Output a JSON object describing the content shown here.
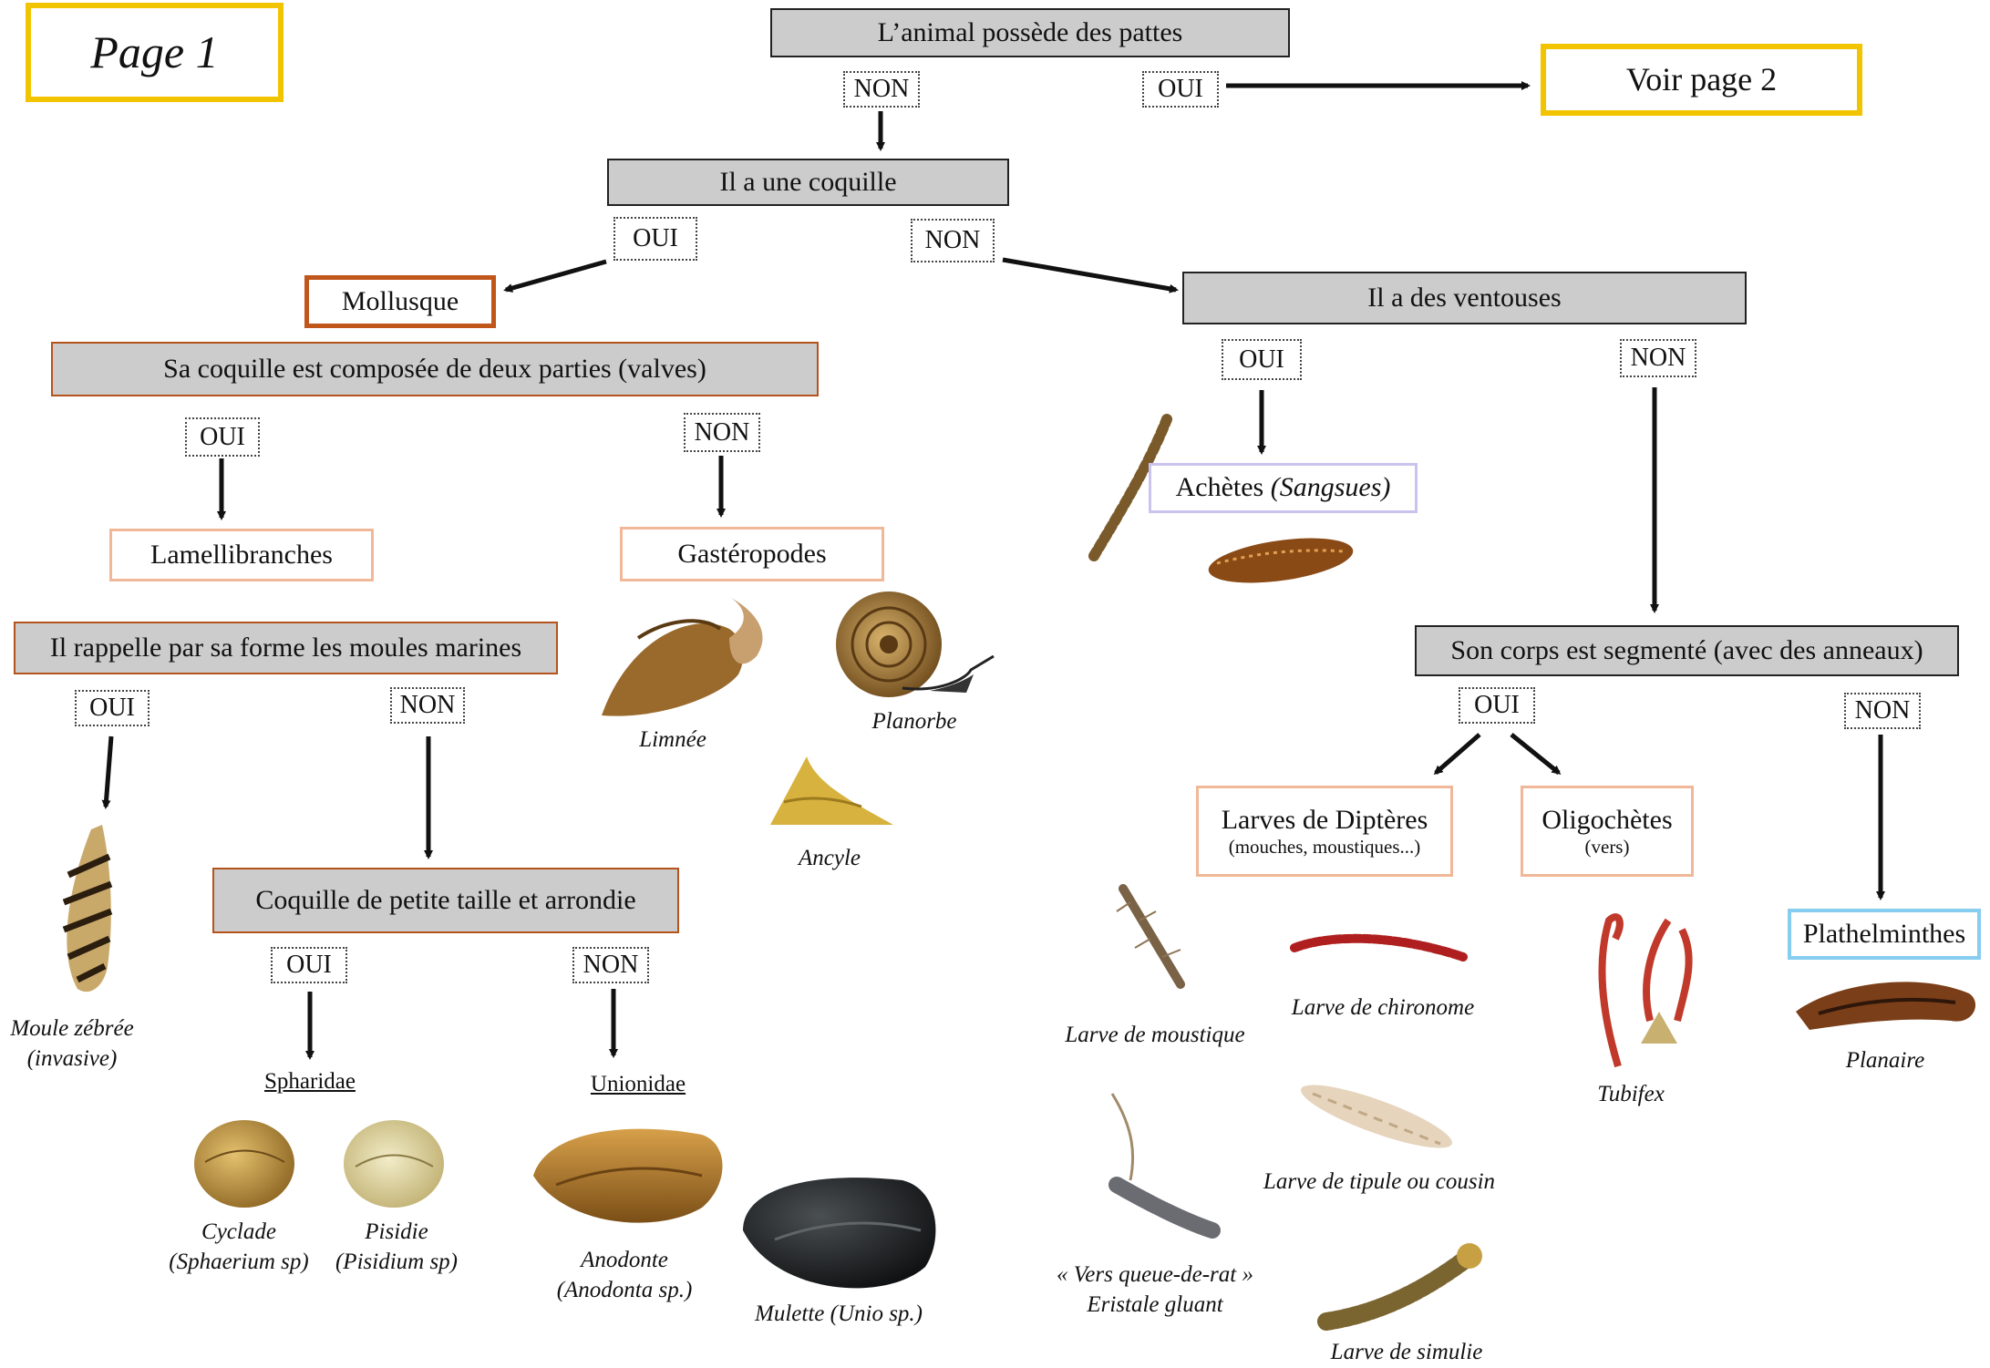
{
  "page_label": "Page 1",
  "see_page_2": "Voir page 2",
  "questions": {
    "legs": "L’animal possède des pattes",
    "shell": "Il a une coquille",
    "suckers": "Il a des ventouses",
    "two_valves": "Sa coquille est composée de deux parties (valves)",
    "mussel_shape": "Il rappelle par sa forme les moules marines",
    "segmented": "Son corps est segmenté (avec des anneaux)",
    "small_round": "Coquille de petite taille et arrondie"
  },
  "answers": {
    "yes": "OUI",
    "no": "NON"
  },
  "groups": {
    "mollusque": "Mollusque",
    "lamellibranches": "Lamellibranches",
    "gasteropodes": "Gastéropodes",
    "achetes": "Achètes",
    "achetes_sub": "(Sangsues)",
    "dipteres": "Larves de Diptères",
    "dipteres_sub": "(mouches, moustiques...)",
    "oligochetes": "Oligochètes",
    "oligochetes_sub": "(vers)",
    "plathelminthes": "Plathelminthes"
  },
  "families": {
    "spharidae": "Spharidae",
    "unionidae": "Unionidae"
  },
  "species": {
    "limnee": "Limnée",
    "planorbe": "Planorbe",
    "ancyle": "Ancyle",
    "moule_zebree_1": "Moule zébrée",
    "moule_zebree_2": "(invasive)",
    "cyclade_1": "Cyclade",
    "cyclade_2": "(Sphaerium sp)",
    "pisidie_1": "Pisidie",
    "pisidie_2": "(Pisidium sp)",
    "anodonte_1": "Anodonte",
    "anodonte_2": "(Anodonta sp.)",
    "mulette": "Mulette (Unio sp.)",
    "moustique": "Larve de moustique",
    "chironome": "Larve de chironome",
    "tipule": "Larve de tipule ou cousin",
    "queue_rat_1": "« Vers queue-de-rat »",
    "queue_rat_2": "Eristale gluant",
    "simulie": "Larve de simulie",
    "tubifex": "Tubifex",
    "planaire": "Planaire"
  },
  "colors": {
    "page_border": "#f2c400",
    "question_fill": "#cccccc",
    "mollusque_border": "#c0561a",
    "group_border": "#f0b898",
    "achetes_border": "#c9c3ee",
    "plathelminthes_border": "#86cdf0"
  }
}
